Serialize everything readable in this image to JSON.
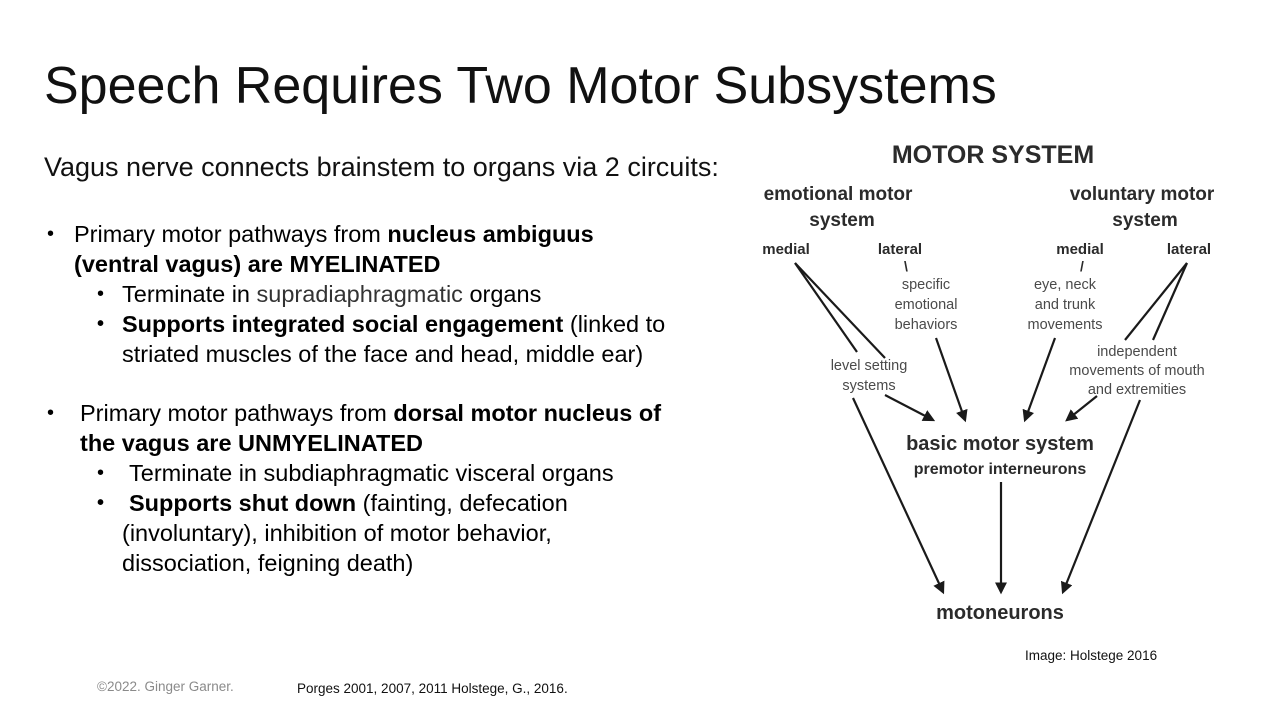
{
  "title": "Speech Requires Two Motor Subsystems",
  "intro": "Vagus nerve connects brainstem to organs via 2 circuits:",
  "points": [
    {
      "bullet": "•",
      "lead": "Primary motor pathways from ",
      "bold1": "nucleus ambiguus",
      "bold2": "(ventral vagus) are MYELINATED",
      "sub": [
        {
          "bullet": "•",
          "pre": "Terminate in ",
          "mid": "supradiaphragmatic",
          "post": " organs"
        },
        {
          "bullet": "•",
          "bold": "Supports integrated social engagement",
          "rest": " (linked to",
          "line2": "striated muscles of the face and head, middle ear)"
        }
      ]
    },
    {
      "bullet": "•",
      "lead": "Primary motor pathways from ",
      "bold1": "dorsal motor nucleus of",
      "bold2": "the vagus are UNMYELINATED",
      "sub": [
        {
          "bullet": "•",
          "text": "Terminate in subdiaphragmatic visceral organs"
        },
        {
          "bullet": "•",
          "bold": "Supports shut down",
          "rest": " (fainting, defecation",
          "line2": "(involuntary), inhibition of motor behavior,",
          "line3": "dissociation, feigning death)"
        }
      ]
    }
  ],
  "diagram": {
    "title": "MOTOR SYSTEM",
    "emotional_line1": "emotional motor",
    "emotional_line2": "system",
    "voluntary_line1": "voluntary motor",
    "voluntary_line2": "system",
    "medial_left": "medial",
    "lateral_left": "lateral",
    "medial_right": "medial",
    "lateral_right": "lateral",
    "specific_1": "specific",
    "specific_2": "emotional",
    "specific_3": "behaviors",
    "eye_1": "eye, neck",
    "eye_2": "and trunk",
    "eye_3": "movements",
    "level_1": "level setting",
    "level_2": "systems",
    "indep_1": "independent",
    "indep_2": "movements of mouth",
    "indep_3": "and extremities",
    "basic": "basic motor system",
    "premotor": "premotor interneurons",
    "motoneurons": "motoneurons",
    "tick1": "\\",
    "tick2": "/",
    "colors": {
      "diagram_text": "#2b2b2b",
      "diagram_label": "#4a4a4a",
      "lines": "#1a1a1a"
    }
  },
  "image_credit": "Image: Holstege 2016",
  "copyright": "©2022. Ginger Garner.",
  "references": "Porges 2001, 2007, 2011 Holstege, G., 2016."
}
